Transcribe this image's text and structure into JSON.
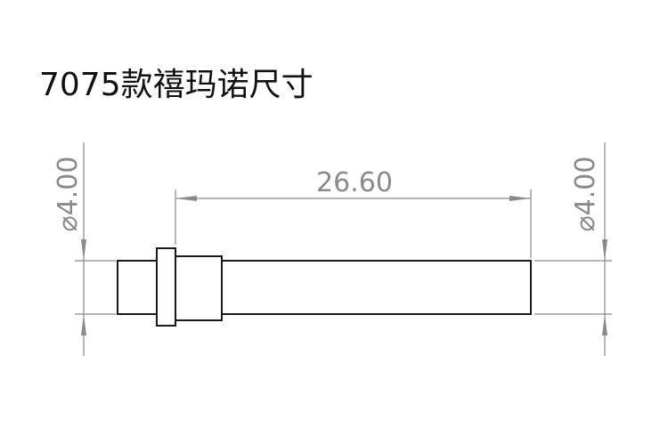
{
  "title": "7075款禧玛诺尺寸",
  "dimensions": {
    "length": "26.60",
    "left_diameter": "⌀4.00",
    "right_diameter": "⌀4.00"
  },
  "colors": {
    "part_outline": "#1a1a1a",
    "dimension_line": "#8a8a8a",
    "text": "#111111"
  }
}
